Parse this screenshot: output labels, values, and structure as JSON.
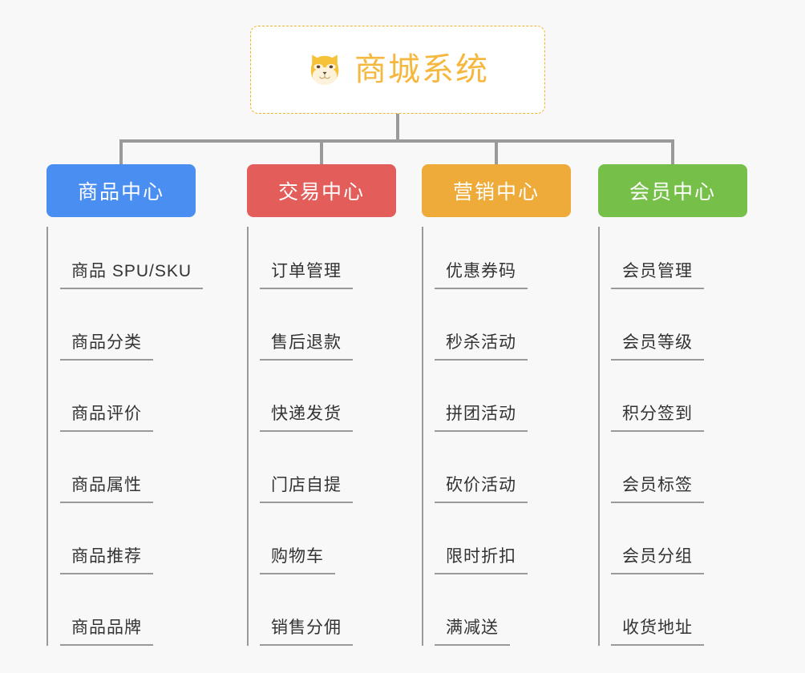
{
  "root": {
    "title": "商城系统",
    "icon": "shiba-dog-icon",
    "border_color": "#f0b429",
    "text_color": "#f5b73d"
  },
  "canvas": {
    "background": "#f8f8f8",
    "connector_color": "#9a9a9a"
  },
  "categories": [
    {
      "label": "商品中心",
      "color": "#4a8ef1",
      "items": [
        "商品 SPU/SKU",
        "商品分类",
        "商品评价",
        "商品属性",
        "商品推荐",
        "商品品牌"
      ]
    },
    {
      "label": "交易中心",
      "color": "#e35d5b",
      "items": [
        "订单管理",
        "售后退款",
        "快递发货",
        "门店自提",
        "购物车",
        "销售分佣"
      ]
    },
    {
      "label": "营销中心",
      "color": "#eeab3a",
      "items": [
        "优惠券码",
        "秒杀活动",
        "拼团活动",
        "砍价活动",
        "限时折扣",
        "满减送"
      ]
    },
    {
      "label": "会员中心",
      "color": "#76c04a",
      "items": [
        "会员管理",
        "会员等级",
        "积分签到",
        "会员标签",
        "会员分组",
        "收货地址"
      ]
    }
  ]
}
